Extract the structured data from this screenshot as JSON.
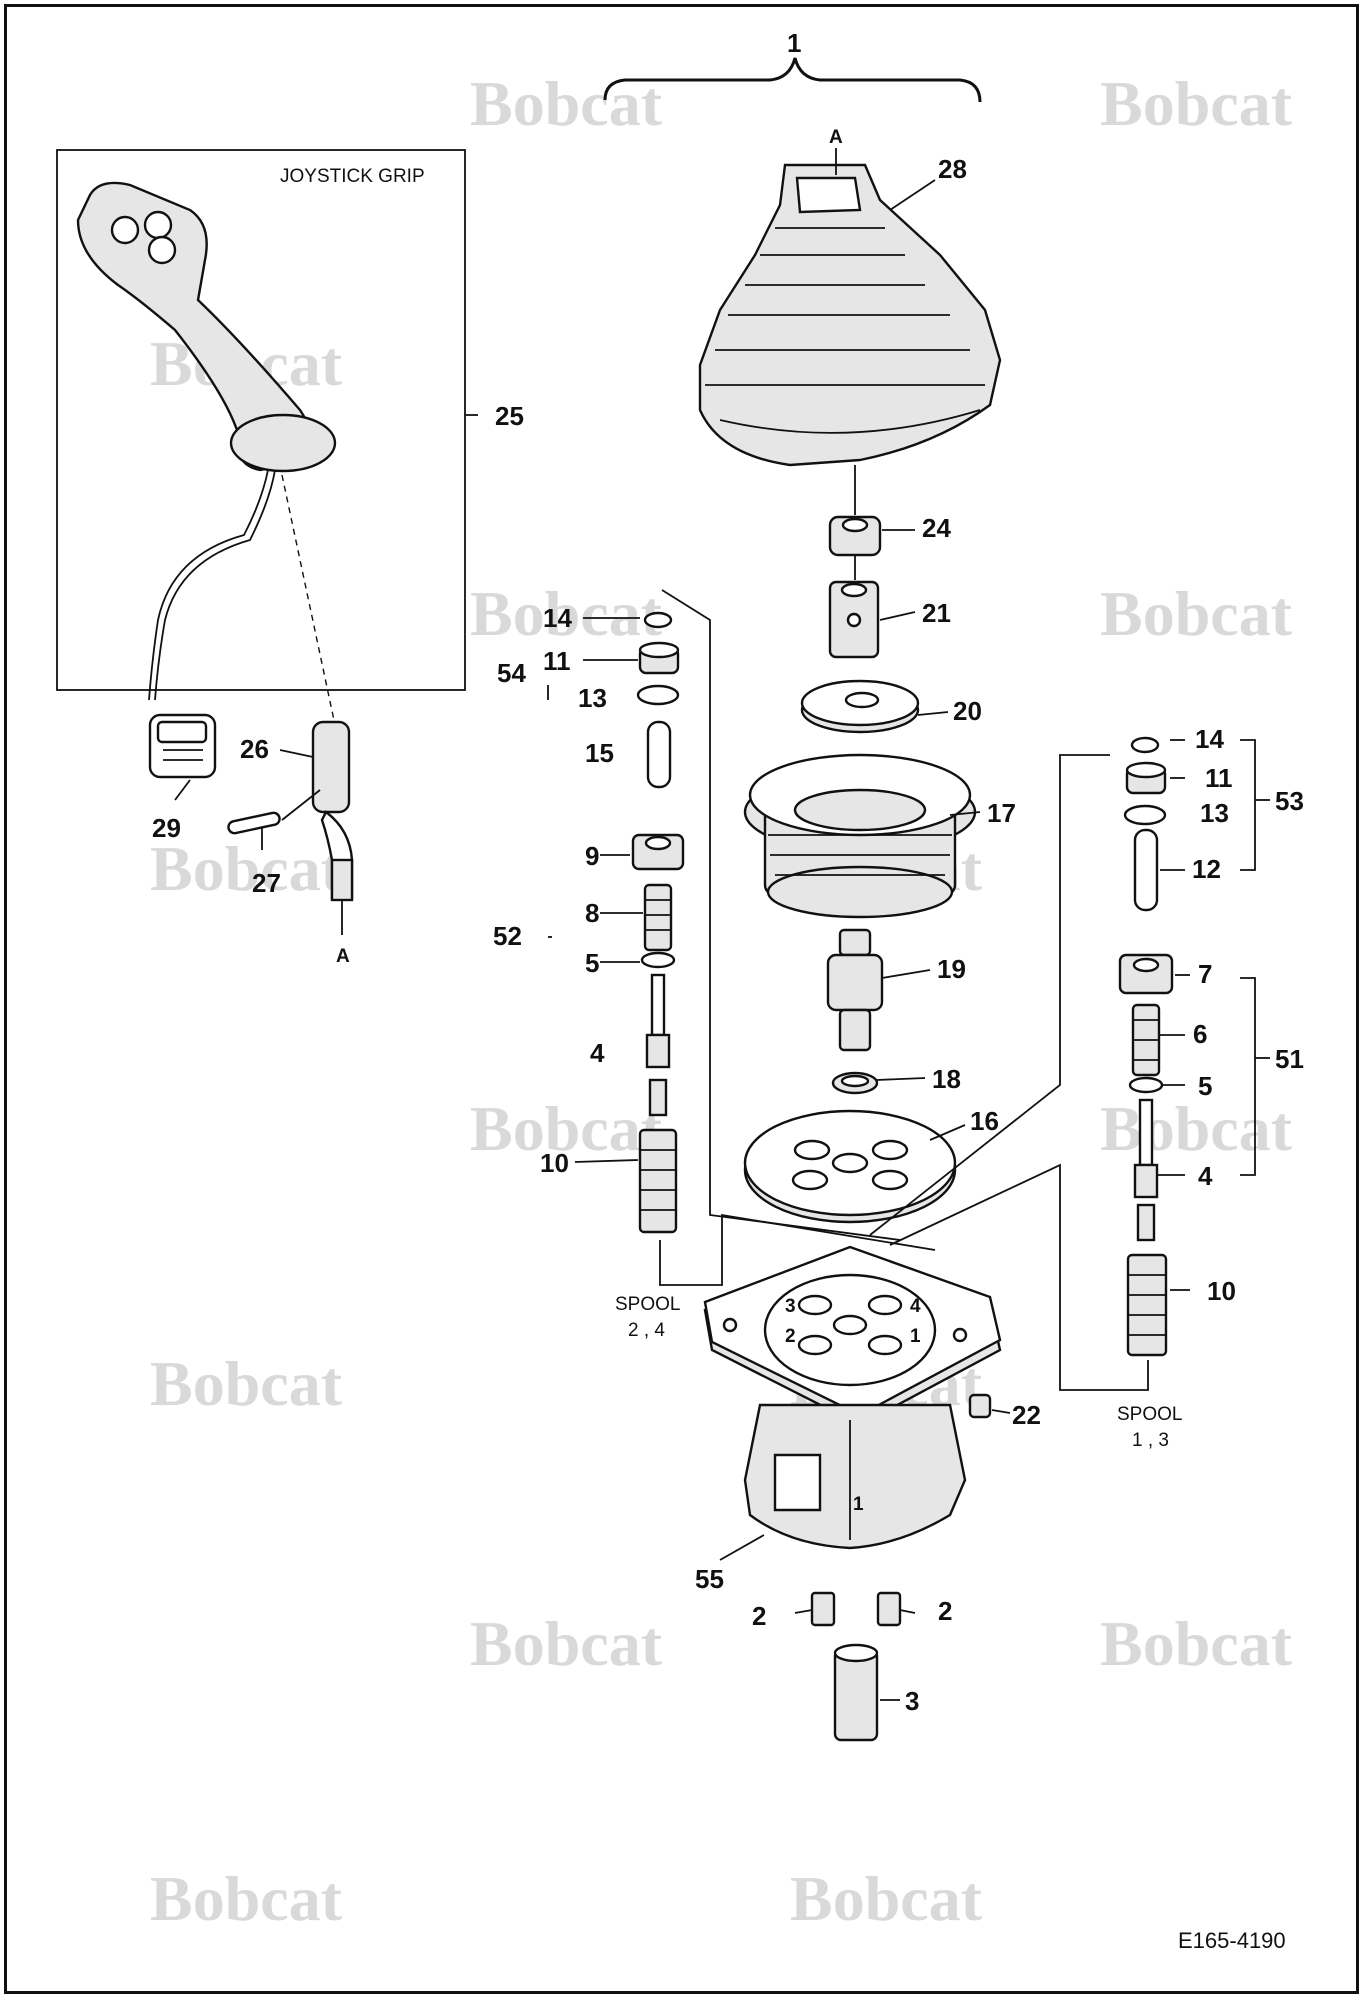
{
  "figure": {
    "drawing_code": "E165-4190",
    "grip_box_title": "JOYSTICK GRIP",
    "view_letter_top": "A",
    "view_letter_bottom": "A",
    "spool_left": {
      "title": "SPOOL",
      "numbers": "2 , 4"
    },
    "spool_right": {
      "title": "SPOOL",
      "numbers": "1 , 3"
    },
    "watermark": "Bobcat",
    "port_numbers": [
      "3",
      "4",
      "2",
      "1"
    ],
    "housing_mark": "1"
  },
  "callouts": {
    "c1": "1",
    "c2a": "2",
    "c2b": "2",
    "c3": "3",
    "c4a": "4",
    "c4b": "4",
    "c5a": "5",
    "c5b": "5",
    "c6": "6",
    "c7": "7",
    "c8": "8",
    "c9": "9",
    "c10a": "10",
    "c10b": "10",
    "c11a": "11",
    "c11b": "11",
    "c12": "12",
    "c13a": "13",
    "c13b": "13",
    "c14a": "14",
    "c14b": "14",
    "c15": "15",
    "c16": "16",
    "c17": "17",
    "c18": "18",
    "c19": "19",
    "c20": "20",
    "c21": "21",
    "c22": "22",
    "c24": "24",
    "c25": "25",
    "c26": "26",
    "c27": "27",
    "c28": "28",
    "c29": "29",
    "c51": "51",
    "c52": "52",
    "c53": "53",
    "c54": "54",
    "c55": "55"
  },
  "colors": {
    "line": "#111111",
    "watermark": "#d9d9d9",
    "background": "#ffffff"
  }
}
